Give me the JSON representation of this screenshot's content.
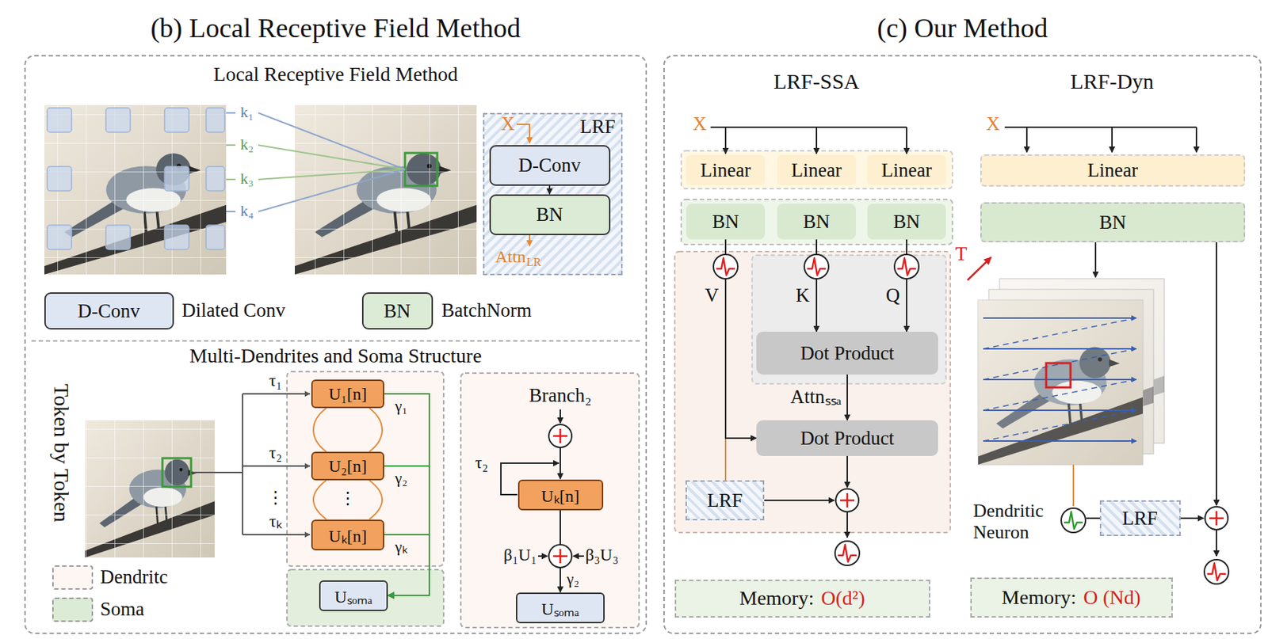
{
  "diagram": {
    "nodes": [
      {
        "text": [
          "(b) Local Receptive Field Method"
        ]
      },
      {
        "text": [
          "Local Receptive Field Method"
        ],
        "in": 0
      },
      {
        "text": [
          "LRF"
        ],
        "in": 1
      },
      {
        "text": [
          "D-Conv"
        ],
        "in": 2
      },
      {
        "text": [
          "BN"
        ],
        "in": 2
      },
      {
        "text": [
          "D-Conv"
        ],
        "in": 1
      },
      {
        "text": [
          "BN"
        ],
        "in": 1
      },
      {
        "text": [
          "Multi-Dendrites and Soma Structure"
        ],
        "in": 0
      },
      {
        "text": [
          "U₁[n]"
        ],
        "in": 7
      },
      {
        "text": [
          "U₂[n]"
        ],
        "in": 7
      },
      {
        "text": [
          "Uₖ[n]"
        ],
        "in": 7
      },
      {
        "text": [
          "Uₛₒₘₐ"
        ],
        "in": 7
      },
      {
        "text": [
          "Uₖ[n]"
        ],
        "in": 7
      },
      {
        "text": [
          "Uₛₒₘₐ"
        ],
        "in": 7
      },
      {
        "text": [
          "(c) Our Method"
        ]
      },
      {
        "text": [
          "Linear"
        ],
        "in": 14
      },
      {
        "text": [
          "Linear"
        ],
        "in": 14
      },
      {
        "text": [
          "Linear"
        ],
        "in": 14
      },
      {
        "text": [
          "BN"
        ],
        "in": 14
      },
      {
        "text": [
          "BN"
        ],
        "in": 14
      },
      {
        "text": [
          "BN"
        ],
        "in": 14
      },
      {
        "text": [
          "Dot Product"
        ],
        "in": 14
      },
      {
        "text": [
          "Dot Product"
        ],
        "in": 14
      },
      {
        "text": [
          "LRF"
        ],
        "in": 14
      },
      {
        "text": [
          "Memory:",
          "O(d²)"
        ],
        "in": 14
      },
      {
        "text": [
          "Linear"
        ],
        "in": 14
      },
      {
        "text": [
          "BN"
        ],
        "in": 14
      },
      {
        "text": [
          "LRF"
        ],
        "in": 14
      },
      {
        "text": [
          "Memory:",
          "O (Nd)"
        ],
        "in": 14
      }
    ],
    "edges": [
      {
        "from": 3,
        "to": 4,
        "arrow": "to"
      },
      {
        "from": 8,
        "to": 11,
        "arrow": "to"
      },
      {
        "from": 9,
        "to": 11,
        "arrow": "to"
      },
      {
        "from": 10,
        "to": 11,
        "arrow": "to"
      },
      {
        "from": 8,
        "to": 9,
        "arrow": "none"
      },
      {
        "from": 9,
        "to": 10,
        "arrow": "none"
      },
      {
        "from": 12,
        "to": 13,
        "arrow": "to"
      },
      {
        "from": 18,
        "to": 22,
        "arrow": "to"
      },
      {
        "from": 18,
        "to": 23,
        "arrow": "none"
      },
      {
        "from": 19,
        "to": 21,
        "arrow": "to"
      },
      {
        "from": 20,
        "to": 21,
        "arrow": "to"
      },
      {
        "from": 21,
        "to": 22,
        "arrow": "to",
        "label": "Attnₛₛₐ"
      }
    ],
    "labels": [
      "X",
      "Attn",
      "LR",
      "k₁",
      "k₂",
      "k₃",
      "k₄",
      "Dilated Conv",
      "BatchNorm",
      "Token by Token",
      "τ₁",
      "τ₂",
      "⋮",
      "τₖ",
      "⋮",
      "γ₁",
      "γ₂",
      "γₖ",
      "Branch₂",
      "τ₂",
      "β₁U₁",
      "β₃U₃",
      "γ₂",
      "LRF-SSA",
      "LRF-Dyn",
      "X",
      "X",
      "V",
      "K",
      "Q",
      "T",
      "Dendritic Neuron"
    ],
    "legend": [
      {
        "text": "Dendritc"
      },
      {
        "text": "Soma",
        "color": "#dcebd6"
      }
    ]
  }
}
